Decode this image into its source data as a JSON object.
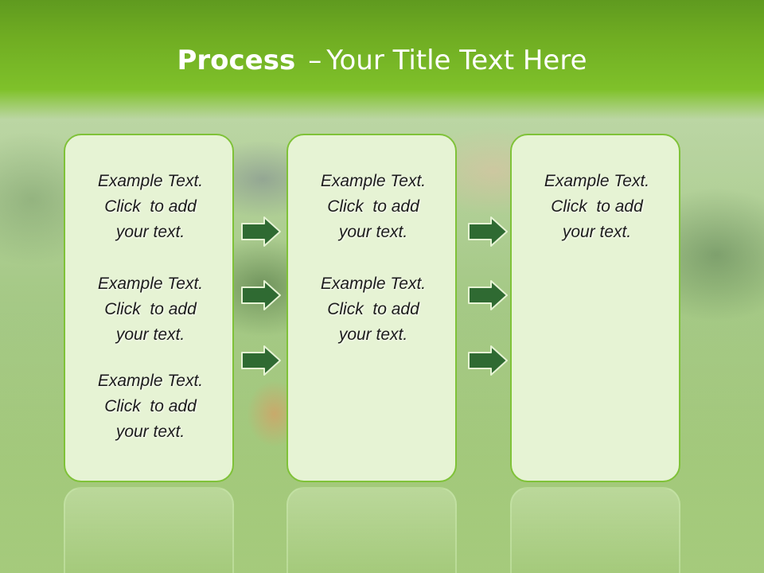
{
  "title": {
    "bold": "Process",
    "separator": "–",
    "rest": "Your Title Text Here"
  },
  "placeholder": {
    "line1": "Example Text.",
    "line2": "Click  to add",
    "line3": "your text."
  },
  "colors": {
    "header_green": "#6fac22",
    "box_fill": "#e6f3d4",
    "box_border": "#7fc238",
    "arrow_fill": "#2f6a32"
  },
  "icons": {
    "arrow": "right-arrow-icon"
  }
}
